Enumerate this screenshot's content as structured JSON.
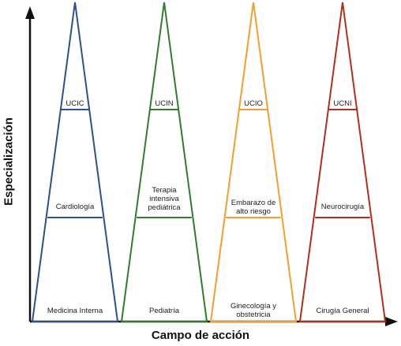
{
  "axes": {
    "x_title": "Campo de acción",
    "y_title": "Especialización"
  },
  "columns": [
    {
      "color": "#2f4f8f",
      "top_label": "UCIC",
      "middle_label": "Cardiología",
      "base_label": "Medicina Interna"
    },
    {
      "color": "#2f7d2f",
      "top_label": "UCIN",
      "middle_label": "Terapia\nintensiva\npediátrica",
      "base_label": "Pediatría"
    },
    {
      "color": "#f0a030",
      "top_label": "UCIO",
      "middle_label": "Embarazo de\nalto riesgo",
      "base_label": "Ginecología y\nobstetricia"
    },
    {
      "color": "#b0301c",
      "top_label": "UCNI",
      "middle_label": "Neurocirugía",
      "base_label": "Cirugía General"
    }
  ]
}
